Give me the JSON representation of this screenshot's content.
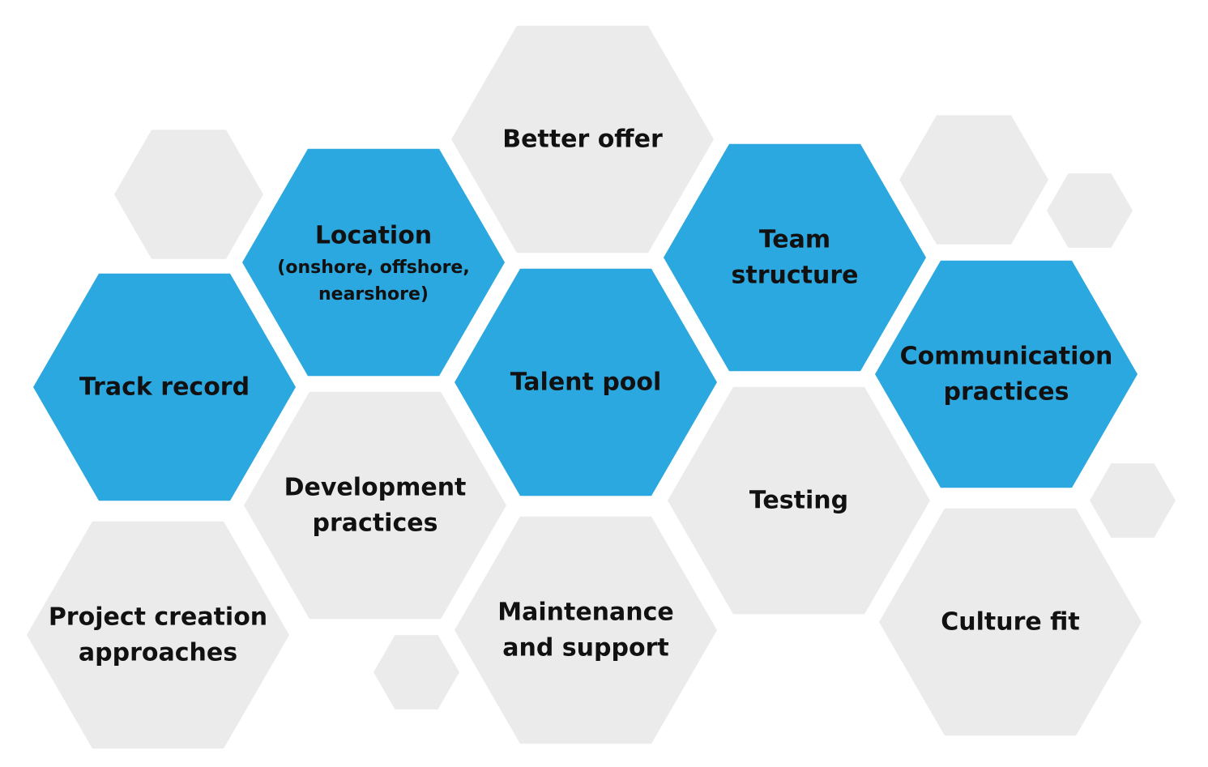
{
  "colors": {
    "blue": "#2ca8e0",
    "grey": "#ebebeb",
    "text": "#111111"
  },
  "hexagons": [
    {
      "id": "track-record",
      "color": "blue",
      "lines": [
        "Track record"
      ]
    },
    {
      "id": "location",
      "color": "blue",
      "lines": [
        "Location"
      ],
      "sublines": [
        "(onshore, offshore,",
        "nearshore)"
      ]
    },
    {
      "id": "better-offer",
      "color": "grey",
      "lines": [
        "Better offer"
      ]
    },
    {
      "id": "talent-pool",
      "color": "blue",
      "lines": [
        "Talent pool"
      ]
    },
    {
      "id": "team-structure",
      "color": "blue",
      "lines": [
        "Team",
        "structure"
      ]
    },
    {
      "id": "communication-practices",
      "color": "blue",
      "lines": [
        "Communication",
        "practices"
      ]
    },
    {
      "id": "development-practices",
      "color": "grey",
      "lines": [
        "Development",
        "practices"
      ]
    },
    {
      "id": "testing",
      "color": "grey",
      "lines": [
        "Testing"
      ]
    },
    {
      "id": "project-creation-approaches",
      "color": "grey",
      "lines": [
        "Project creation",
        "approaches"
      ]
    },
    {
      "id": "maintenance-and-support",
      "color": "grey",
      "lines": [
        "Maintenance",
        "and support"
      ]
    },
    {
      "id": "culture-fit",
      "color": "grey",
      "lines": [
        "Culture fit"
      ]
    },
    {
      "id": "decor-1",
      "color": "grey",
      "lines": []
    },
    {
      "id": "decor-2",
      "color": "grey",
      "lines": []
    },
    {
      "id": "decor-3",
      "color": "grey",
      "lines": []
    },
    {
      "id": "decor-4",
      "color": "grey",
      "lines": []
    },
    {
      "id": "decor-5",
      "color": "grey",
      "lines": []
    }
  ]
}
